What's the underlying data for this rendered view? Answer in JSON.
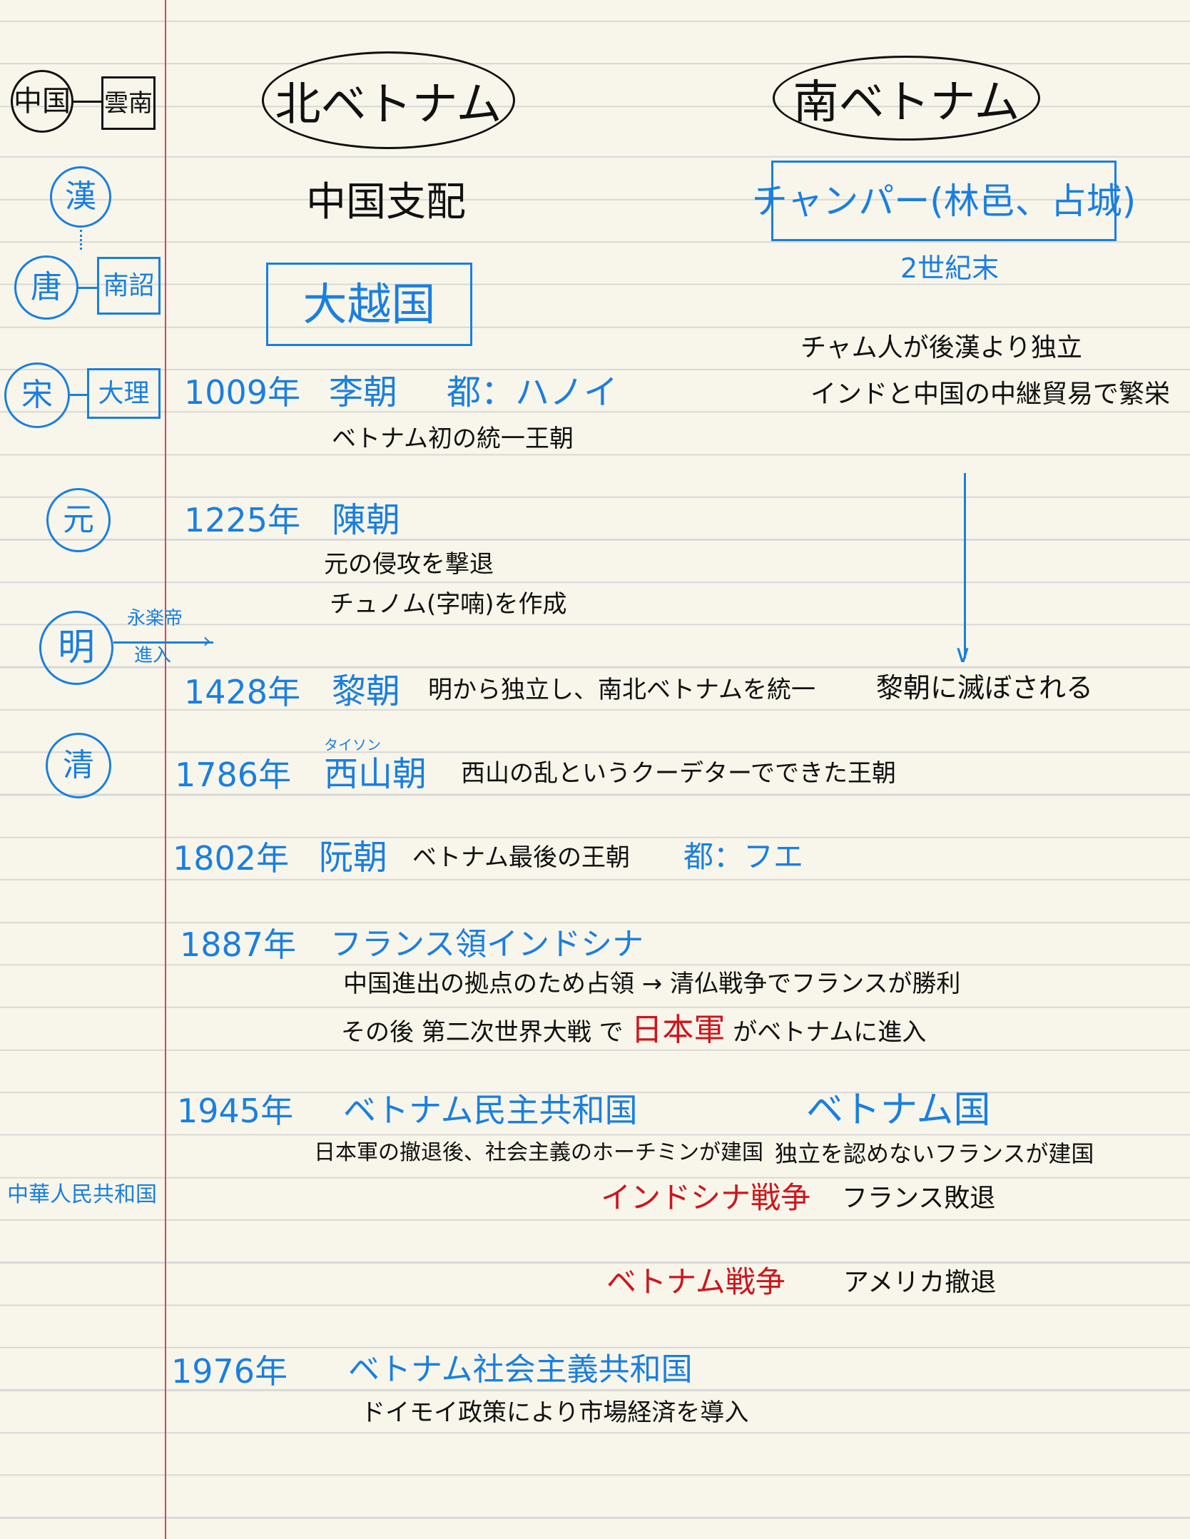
{
  "colors": {
    "paper": "#f8f6ea",
    "rule": "#d6d6d6",
    "margin": "#d9435a",
    "ink": "#111111",
    "blue": "#1a7fe0",
    "red": "#d0141c"
  },
  "headers": {
    "north": "北ベトナム",
    "south": "南ベトナム"
  },
  "china": {
    "label": "中国",
    "yunnan": "雲南"
  },
  "left_column": {
    "han": "漢",
    "tang": "唐",
    "nanzhao": "南詔",
    "song": "宋",
    "dali": "大理",
    "yuan": "元",
    "ming": "明",
    "ming_note_1": "永楽帝",
    "ming_note_2": "進入",
    "qing": "清",
    "prc": "中華人民共和国"
  },
  "north": {
    "chinese_rule": "中国支配",
    "daiviet": "大越国",
    "entries": [
      {
        "year": "1009年",
        "dynasty": "李朝",
        "capital": "都：ハノイ",
        "notes": [
          "ベトナム初の統一王朝"
        ]
      },
      {
        "year": "1225年",
        "dynasty": "陳朝",
        "notes": [
          "元の侵攻を撃退",
          "チュノム(字喃)を作成"
        ]
      },
      {
        "year": "1428年",
        "dynasty": "黎朝",
        "notes": [
          "明から独立し、南北ベトナムを統一"
        ]
      },
      {
        "year": "1786年",
        "dynasty": "西山朝",
        "ruby": "タイソン",
        "notes": [
          "西山の乱というクーデターでできた王朝"
        ]
      },
      {
        "year": "1802年",
        "dynasty": "阮朝",
        "capital": "都：フエ",
        "notes": [
          "ベトナム最後の王朝"
        ]
      },
      {
        "year": "1887年",
        "dynasty": "フランス領インドシナ",
        "notes": [
          "中国進出の拠点のため占領 → 清仏戦争でフランスが勝利"
        ],
        "note2": {
          "a": "その後 第二次世界大戦 で",
          "red": "日本軍",
          "b": "がベトナムに進入"
        }
      },
      {
        "year": "1945年",
        "dynasty": "ベトナム民主共和国",
        "notes": [
          "日本軍の撤退後、社会主義のホーチミンが建国"
        ]
      },
      {
        "year": "1976年",
        "dynasty": "ベトナム社会主義共和国",
        "notes": [
          "ドイモイ政策により市場経済を導入"
        ]
      }
    ]
  },
  "south": {
    "champa": "チャンパー(林邑、占城)",
    "period": "2世紀末",
    "notes": [
      "チャム人が後漢より独立",
      "インドと中国の中継貿易で繁栄"
    ],
    "end": "黎朝に滅ぼされる",
    "state_of_vietnam": "ベトナム国",
    "state_note": "独立を認めないフランスが建国"
  },
  "wars": [
    {
      "name": "インドシナ戦争",
      "result": "フランス敗退"
    },
    {
      "name": "ベトナム戦争",
      "result": "アメリカ撤退"
    }
  ]
}
